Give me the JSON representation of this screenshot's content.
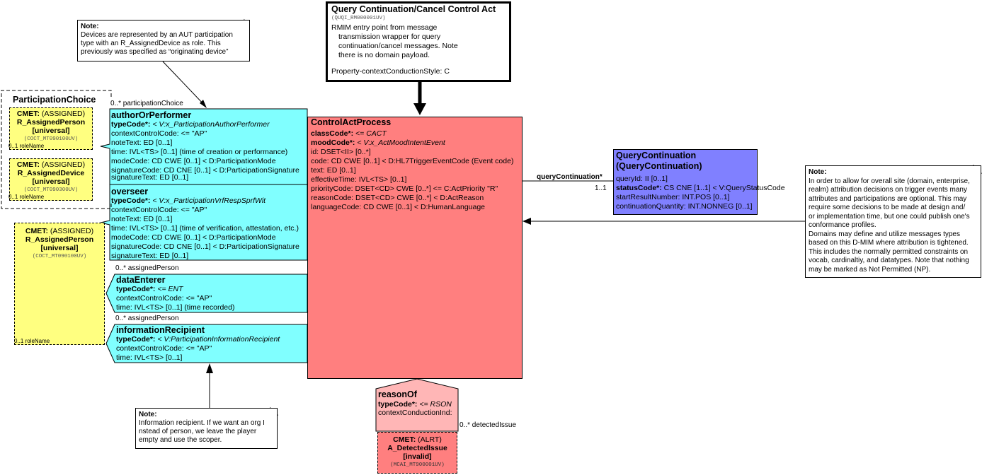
{
  "query_act": {
    "title": "Query Continuation/Cancel Control Act",
    "code": "(QUQI_RM000001UV)",
    "lines": [
      "RMIM entry point from message",
      "transmission wrapper for query",
      "continuation/cancel messages. Note",
      "there is no domain payload."
    ],
    "style": "Property-contextConductionStyle: C"
  },
  "note_devices": {
    "title": "Note:",
    "lines": [
      "Devices are represented by an AUT participation",
      " type with an R_AssignedDevice as role. This",
      "previously was specified as “originating device”"
    ]
  },
  "participation_choice": {
    "title": "ParticipationChoice",
    "cmet1": {
      "head": "CMET:",
      "kind": "(ASSIGNED)",
      "name": "R_AssignedPerson",
      "flavor": "[universal]",
      "code": "(COCT_MT090100UV)",
      "role": "0..1 roleName"
    },
    "cmet2": {
      "head": "CMET:",
      "kind": "(ASSIGNED)",
      "name": "R_AssignedDevice",
      "flavor": "[universal]",
      "code": "(COCT_MT090300UV)",
      "role": "0..1 roleName"
    }
  },
  "cmet_person": {
    "head": "CMET:",
    "kind": "(ASSIGNED)",
    "name": "R_AssignedPerson",
    "flavor": "[universal]",
    "code": "(COCT_MT090100UV)",
    "role": "0..1 roleName"
  },
  "author": {
    "assoc": "0..* participationChoice",
    "title": "authorOrPerformer",
    "rows": [
      {
        "label": "typeCode*:",
        "value": " < V:x_ParticipationAuthorPerformer"
      },
      {
        "label": "",
        "value": "contextControlCode: <= \"AP\""
      },
      {
        "label": "",
        "value": "noteText: ED [0..1]"
      },
      {
        "label": "",
        "value": "time: IVL<TS> [0..1] (time of creation or performance)"
      },
      {
        "label": "",
        "value": "modeCode: CD CWE [0..1] < D:ParticipationMode"
      },
      {
        "label": "",
        "value": "signatureCode: CD CNE [0..1] < D:ParticipationSignature"
      },
      {
        "label": "",
        "value": "signatureText: ED [0..1]"
      }
    ]
  },
  "overseer": {
    "title": "overseer",
    "rows": [
      {
        "label": "typeCode*:",
        "value": " < V:x_ParticipationVrfRespSprfWit"
      },
      {
        "label": "",
        "value": "contextControlCode: <= \"AP\""
      },
      {
        "label": "",
        "value": "noteText: ED [0..1]"
      },
      {
        "label": "",
        "value": "time: IVL<TS> [0..1] (time of verification, attestation, etc.)"
      },
      {
        "label": "",
        "value": "modeCode: CD CWE [0..1] < D:ParticipationMode"
      },
      {
        "label": "",
        "value": "signatureCode: CD CNE [0..1] < D:ParticipationSignature"
      },
      {
        "label": "",
        "value": "signatureText: ED [0..1]"
      }
    ]
  },
  "data_enterer": {
    "assoc": "0..* assignedPerson",
    "title": "dataEnterer",
    "rows": [
      {
        "label": "typeCode*:",
        "value": " <= ENT"
      },
      {
        "label": "",
        "value": "contextControlCode: <= \"AP\""
      },
      {
        "label": "",
        "value": "time: IVL<TS> [0..1] (time recorded)"
      }
    ]
  },
  "info_recipient": {
    "assoc": "0..* assignedPerson",
    "title": "informationRecipient",
    "rows": [
      {
        "label": "typeCode*:",
        "value": " < V:ParticipationInformationRecipient"
      },
      {
        "label": "",
        "value": "contextControlCode: <= \"AP\""
      },
      {
        "label": "",
        "value": "time: IVL<TS> [0..1]"
      }
    ]
  },
  "control_act": {
    "title": "ControlActProcess",
    "rows": [
      {
        "label": "classCode*:",
        "value": " <= CACT"
      },
      {
        "label": "moodCode*:",
        "value": " < V:x_ActMoodIntentEvent"
      },
      {
        "label": "",
        "value": "id: DSET<II> [0..*]"
      },
      {
        "label": "",
        "value": "code: CD CWE [0..1] < D:HL7TriggerEventCode (Event code)"
      },
      {
        "label": "",
        "value": "text: ED [0..1]"
      },
      {
        "label": "",
        "value": "effectiveTime: IVL<TS> [0..1]"
      },
      {
        "label": "",
        "value": "priorityCode: DSET<CD> CWE [0..*] <= C:ActPriority \"R\""
      },
      {
        "label": "",
        "value": "reasonCode: DSET<CD> CWE [0..*] < D:ActReason"
      },
      {
        "label": "",
        "value": "languageCode: CD CWE [0..1] < D:HumanLanguage"
      }
    ]
  },
  "query_continuation": {
    "assoc": "queryContinuation*",
    "mult": "1..1",
    "title1": "QueryContinuation",
    "title2": "(QueryContinuation)",
    "rows": [
      {
        "label": "",
        "value": "queryId: II [0..1]"
      },
      {
        "label": "statusCode*:",
        "value": " CS CNE [1..1] < V:QueryStatusCode"
      },
      {
        "label": "",
        "value": "startResultNumber: INT.POS [0..1]"
      },
      {
        "label": "",
        "value": "continuationQuantity: INT.NONNEG [0..1]"
      }
    ]
  },
  "note_right": {
    "title": "Note:",
    "lines": [
      "In order to allow for overall site (domain, enterprise,",
      "realm) attribution decisions on trigger events many",
      "attributes and participations are optional. This may",
      "require some decisions to be made at design and/",
      "or implementation time, but one could publish one's",
      "conformance profiles.",
      "Domains may define and utilize messages types",
      "based on this D-MIM where attribution is tightened.",
      "This includes the normally permitted constraints on",
      "vocab, cardinaltiy, and datatypes. Note that nothing",
      "may be marked as Not Permitted (NP)."
    ]
  },
  "reason_of": {
    "title": "reasonOf",
    "rows": [
      {
        "label": "typeCode*:",
        "value": " <= RSON"
      },
      {
        "label": "",
        "value": "contextConductionInd:"
      }
    ],
    "assoc": "0..* detectedIssue"
  },
  "cmet_issue": {
    "head": "CMET:",
    "kind": "(ALRT)",
    "name": "A_DetectedIssue",
    "flavor": "[invalid]",
    "code": "(MCAI_MT900001UV)"
  },
  "note_bottom": {
    "title": "Note:",
    "lines": [
      "Information recipient.  If we want an org I",
      "nstead of person, we leave the player",
      "empty and use the scoper."
    ]
  },
  "colors": {
    "cyan": "#80ffff",
    "salmon": "#ff7f7f",
    "blue": "#8080ff",
    "yellow": "#ffff80",
    "pink": "#ffb6b6"
  }
}
